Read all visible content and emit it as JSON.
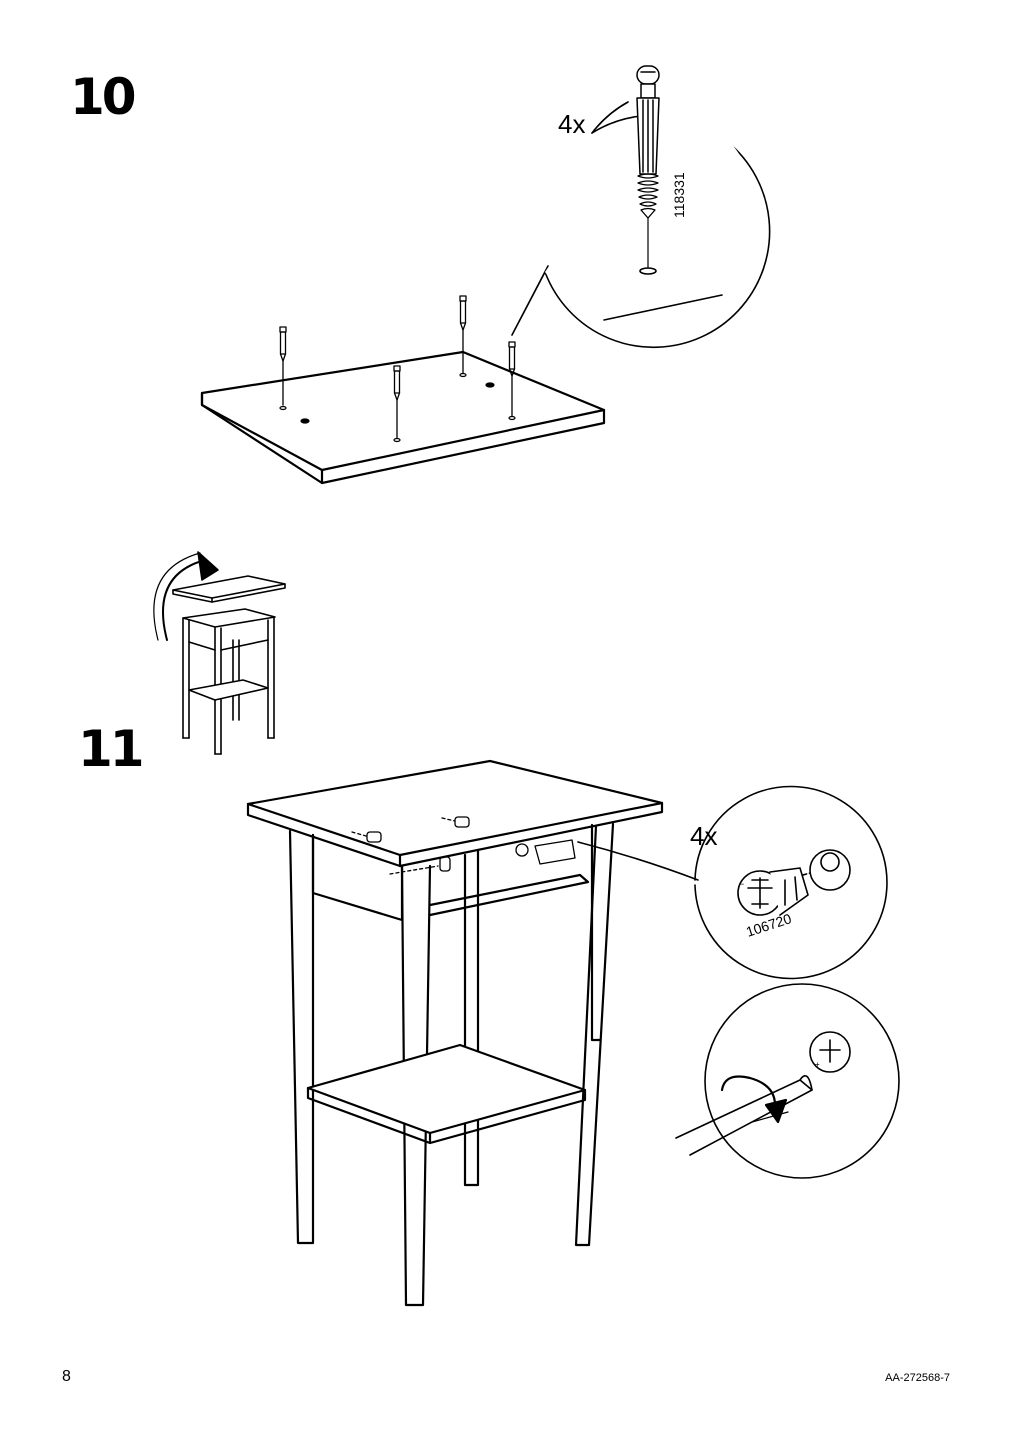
{
  "steps": [
    {
      "number": "10",
      "quantity": "4x",
      "part_number": "118331"
    },
    {
      "number": "11",
      "quantity": "4x",
      "part_number": "106720"
    }
  ],
  "footer": {
    "page_number": "8",
    "document_code": "AA-272568-7"
  },
  "icons": {
    "dowel": "wooden-dowel-icon",
    "cam_lock": "cam-lock-fitting-icon",
    "screwdriver": "flat-screwdriver-icon",
    "rotation": "clockwise-arrow-icon"
  },
  "colors": {
    "ink": "#000000",
    "paper": "#ffffff"
  }
}
